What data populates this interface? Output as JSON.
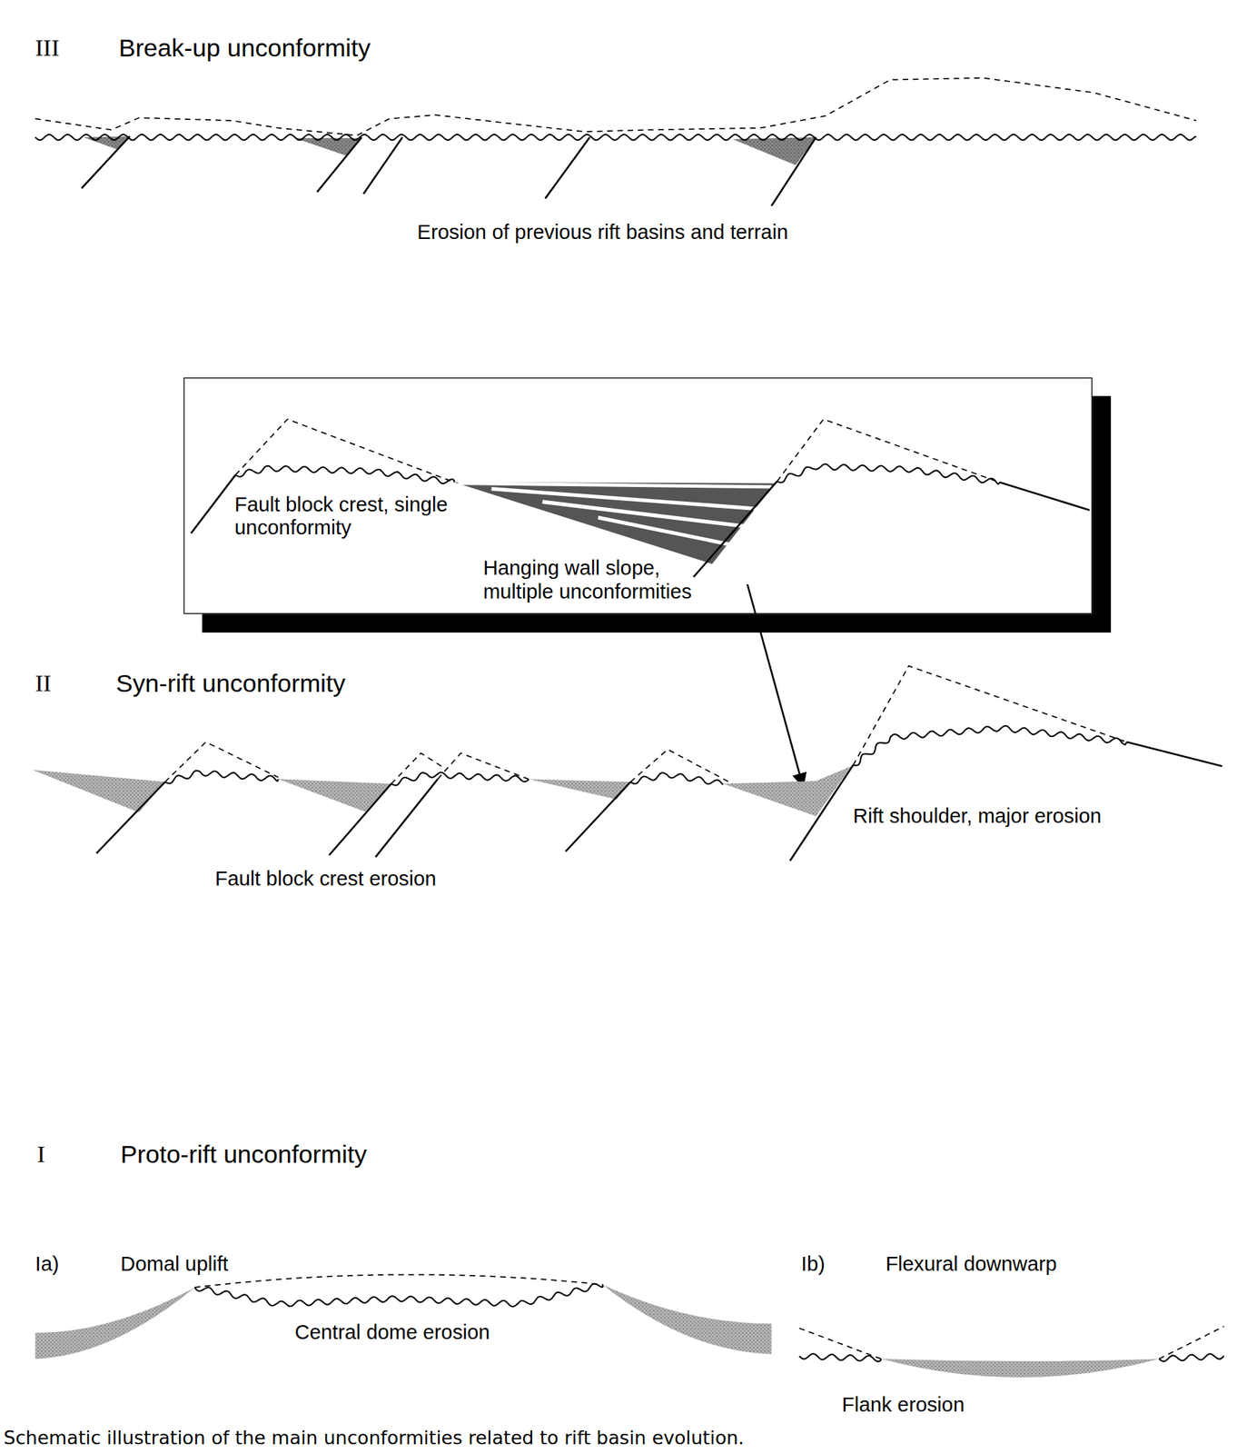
{
  "diagram": {
    "caption": "Schematic illustration of the main unconformities related to rift basin evolution.",
    "nodes": [
      {
        "text": [
          "Fault block crest, single unconformity",
          "Hanging wall slope, multiple unconformities"
        ]
      }
    ],
    "labels": [
      "III",
      "Break-up unconformity",
      "Erosion of previous rift basins and terrain",
      "II",
      "Syn-rift unconformity",
      "Fault block crest erosion",
      "Rift shoulder, major erosion",
      "I",
      "Proto-rift unconformity",
      "Ia)",
      "Domal uplift",
      "Central dome erosion",
      "Ib)",
      "Flexural downwarp",
      "Flank erosion"
    ]
  }
}
